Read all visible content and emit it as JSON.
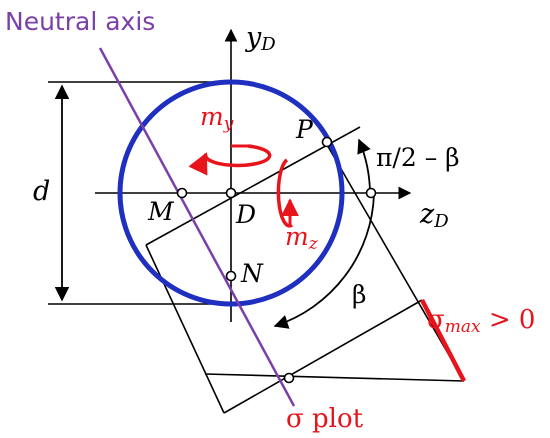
{
  "labels": {
    "neutral_axis": "Neutral axis",
    "y_main": "y",
    "y_sub": "D",
    "z_main": "z",
    "z_sub": "D",
    "d": "d",
    "my_main": "m",
    "my_sub": "y",
    "mz_main": "m",
    "mz_sub": "z",
    "P": "P",
    "M": "M",
    "D": "D",
    "N": "N",
    "angle_top": "π/2 – β",
    "beta": "β",
    "sigma_max_main": "σ",
    "sigma_max_sub": "max",
    "sigma_max_rest": " > 0",
    "sigma_plot": "σ plot"
  },
  "colors": {
    "circle": "#1f2fc0",
    "neutral_axis": "#7a3fa8",
    "moment": "#e8141c",
    "sigma_max": "#e8141c",
    "lines": "#000000"
  }
}
